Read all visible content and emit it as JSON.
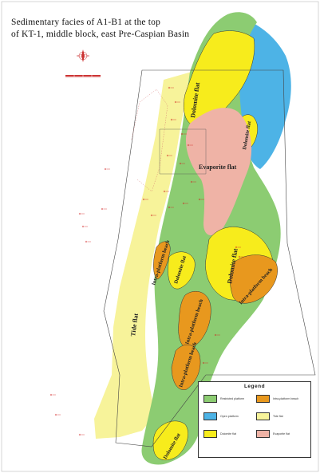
{
  "map": {
    "title_line1": "Sedimentary facies of A1-B1 at the top",
    "title_line2": "of KT-1, middle block, east Pre-Caspian Basin",
    "facies_labels": {
      "dolomite_flat_top": "Dolomite flat",
      "dolomite_flat_right_top": "Dolomite flat",
      "evaporite_flat": "Evaporite flat",
      "intra_platform_beach_left": "Intra-platform beach",
      "dolomite_flat_left_mid": "Dolomite flat",
      "dolomite_flat_right_mid": "Dolomite flat",
      "intra_platform_beach_right": "Intra-platform beach",
      "tide_flat": "Tide flat",
      "intra_platform_beach_lower": "Intra-platform beach",
      "intra_platform_beach_bottom": "Intra-platform beach",
      "dolomite_flat_bottom": "Dolomite flat"
    },
    "legend": {
      "title": "Legend",
      "items": [
        {
          "label": "Restricted platform",
          "color": "#8ccc72"
        },
        {
          "label": "Intra-platform beach",
          "color": "#e8981e"
        },
        {
          "label": "Open platform",
          "color": "#4db3e6"
        },
        {
          "label": "Tide flat",
          "color": "#f7f39a"
        },
        {
          "label": "Dolomite flat",
          "color": "#f7ec1c"
        },
        {
          "label": "Evaporite flat",
          "color": "#efb3a6"
        }
      ]
    },
    "colors": {
      "restricted_platform": "#8ccc72",
      "open_platform": "#4db3e6",
      "tide_flat": "#f7f39a",
      "dolomite_flat": "#f7ec1c",
      "evaporite_flat": "#efb3a6",
      "intra_platform_beach": "#e8981e",
      "well_marker": "#d02020",
      "boundary_line": "#444444"
    },
    "icons": {
      "north_arrow": "compass-rose-icon",
      "scale_bar": "scale-bar-icon"
    }
  }
}
